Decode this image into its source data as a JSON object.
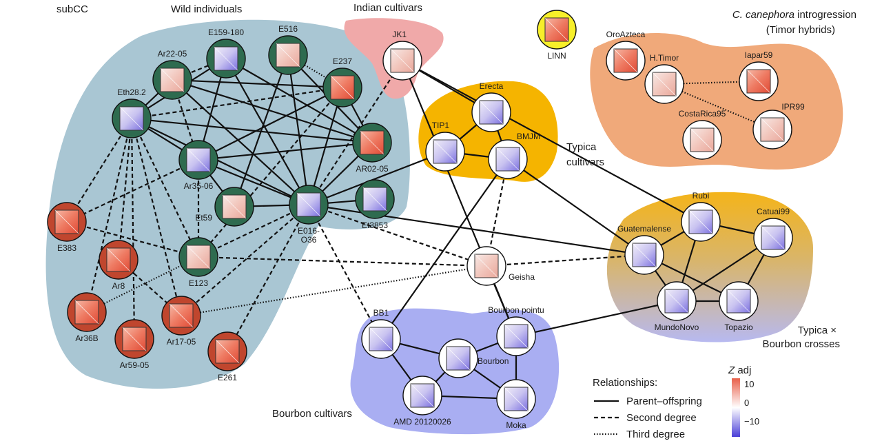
{
  "groups": {
    "subcc": "subCC",
    "wild": "Wild individuals",
    "indian": "Indian cultivars",
    "canephora_italic": "C. canephora",
    "canephora_rest": " introgression",
    "canephora_sub": "(Timor hybrids)",
    "typica_1": "Typica",
    "typica_2": "cultivars",
    "crosses_1": "Typica ×",
    "crosses_2": "Bourbon crosses",
    "bourbon": "Bourbon cultivars"
  },
  "nodes": [
    {
      "id": "Ar22-05",
      "label": "Ar22-05",
      "group": "wild",
      "hm": "pr"
    },
    {
      "id": "E159-180",
      "label": "E159-180",
      "group": "wild",
      "hm": "pu"
    },
    {
      "id": "E516",
      "label": "E516",
      "group": "wild",
      "hm": "pr"
    },
    {
      "id": "E237",
      "label": "E237",
      "group": "wild",
      "hm": "r"
    },
    {
      "id": "Eth28.2",
      "label": "Eth28.2",
      "group": "wild",
      "hm": "pu"
    },
    {
      "id": "Ar35-06",
      "label": "Ar35-06",
      "group": "wild",
      "hm": "pu"
    },
    {
      "id": "AR02-05",
      "label": "AR02-05",
      "group": "wild",
      "hm": "r"
    },
    {
      "id": "Et59",
      "label": "Et59",
      "group": "wild",
      "hm": "pr"
    },
    {
      "id": "E016-036",
      "label": "E016-\nO36",
      "group": "wild",
      "hm": "pu"
    },
    {
      "id": "Et3853",
      "label": "Et3853",
      "group": "wild",
      "hm": "pu"
    },
    {
      "id": "E123",
      "label": "E123",
      "group": "wild",
      "hm": "pr"
    },
    {
      "id": "E383",
      "label": "E383",
      "group": "subcc",
      "hm": "r"
    },
    {
      "id": "Ar8",
      "label": "Ar8",
      "group": "subcc",
      "hm": "r"
    },
    {
      "id": "Ar36B",
      "label": "Ar36B",
      "group": "subcc",
      "hm": "r"
    },
    {
      "id": "Ar59-05",
      "label": "Ar59-05",
      "group": "subcc",
      "hm": "r"
    },
    {
      "id": "Ar17-05",
      "label": "Ar17-05",
      "group": "subcc",
      "hm": "r"
    },
    {
      "id": "E261",
      "label": "E261",
      "group": "subcc",
      "hm": "r"
    },
    {
      "id": "JK1",
      "label": "JK1",
      "group": "indian",
      "hm": "pr"
    },
    {
      "id": "LINN",
      "label": "LINN",
      "group": "other",
      "hm": "r"
    },
    {
      "id": "Erecta",
      "label": "Erecta",
      "group": "typica",
      "hm": "pu"
    },
    {
      "id": "TIP1",
      "label": "TIP1",
      "group": "typica",
      "hm": "pu"
    },
    {
      "id": "BMJM",
      "label": "BMJM",
      "group": "typica",
      "hm": "pu"
    },
    {
      "id": "OroAzteca",
      "label": "OroAzteca",
      "group": "canephora",
      "hm": "r"
    },
    {
      "id": "H.Timor",
      "label": "H.Timor",
      "group": "canephora",
      "hm": "pr"
    },
    {
      "id": "Iapar59",
      "label": "Iapar59",
      "group": "canephora",
      "hm": "r"
    },
    {
      "id": "IPR99",
      "label": "IPR99",
      "group": "canephora",
      "hm": "pr"
    },
    {
      "id": "CostaRica95",
      "label": "CostaRica95",
      "group": "canephora",
      "hm": "pr"
    },
    {
      "id": "Guatemalense",
      "label": "Guatemalense",
      "group": "crosses",
      "hm": "pu"
    },
    {
      "id": "Rubi",
      "label": "Rubi",
      "group": "crosses",
      "hm": "pu"
    },
    {
      "id": "Catuai99",
      "label": "Catuai99",
      "group": "crosses",
      "hm": "pu"
    },
    {
      "id": "MundoNovo",
      "label": "MundoNovo",
      "group": "crosses",
      "hm": "pu"
    },
    {
      "id": "Topazio",
      "label": "Topazio",
      "group": "crosses",
      "hm": "pu"
    },
    {
      "id": "Geisha",
      "label": "Geisha",
      "group": "other",
      "hm": "pr"
    },
    {
      "id": "BB1",
      "label": "BB1",
      "group": "bourbon",
      "hm": "pu"
    },
    {
      "id": "Bourbon pointu",
      "label": "Bourbon pointu",
      "group": "bourbon",
      "hm": "pu"
    },
    {
      "id": "Bourbon",
      "label": "Bourbon",
      "group": "bourbon",
      "hm": "pu"
    },
    {
      "id": "AMD 20120026",
      "label": "AMD 20120026",
      "group": "bourbon",
      "hm": "pu"
    },
    {
      "id": "Moka",
      "label": "Moka",
      "group": "bourbon",
      "hm": "pu"
    }
  ],
  "edges": [
    {
      "s": "Eth28.2",
      "t": "Ar22-05",
      "k": "p"
    },
    {
      "s": "Eth28.2",
      "t": "E159-180",
      "k": "p"
    },
    {
      "s": "Eth28.2",
      "t": "E237",
      "k": "s"
    },
    {
      "s": "Eth28.2",
      "t": "AR02-05",
      "k": "p"
    },
    {
      "s": "Eth28.2",
      "t": "Ar35-06",
      "k": "p"
    },
    {
      "s": "Eth28.2",
      "t": "E016-036",
      "k": "p"
    },
    {
      "s": "Eth28.2",
      "t": "E383",
      "k": "s"
    },
    {
      "s": "Eth28.2",
      "t": "Ar8",
      "k": "s"
    },
    {
      "s": "Eth28.2",
      "t": "Ar36B",
      "k": "s"
    },
    {
      "s": "Eth28.2",
      "t": "Ar59-05",
      "k": "s"
    },
    {
      "s": "Eth28.2",
      "t": "Ar17-05",
      "k": "s"
    },
    {
      "s": "Eth28.2",
      "t": "E123",
      "k": "s"
    },
    {
      "s": "Ar22-05",
      "t": "E159-180",
      "k": "s"
    },
    {
      "s": "Ar22-05",
      "t": "E237",
      "k": "p"
    },
    {
      "s": "Ar22-05",
      "t": "Ar35-06",
      "k": "s"
    },
    {
      "s": "Ar22-05",
      "t": "E016-036",
      "k": "p"
    },
    {
      "s": "Ar22-05",
      "t": "AR02-05",
      "k": "p"
    },
    {
      "s": "E159-180",
      "t": "Ar35-06",
      "k": "p"
    },
    {
      "s": "E159-180",
      "t": "E016-036",
      "k": "p"
    },
    {
      "s": "E159-180",
      "t": "AR02-05",
      "k": "p"
    },
    {
      "s": "E516",
      "t": "E237",
      "k": "t"
    },
    {
      "s": "E516",
      "t": "E016-036",
      "k": "p"
    },
    {
      "s": "E516",
      "t": "AR02-05",
      "k": "p"
    },
    {
      "s": "E516",
      "t": "Et59",
      "k": "p"
    },
    {
      "s": "E237",
      "t": "Ar35-06",
      "k": "p"
    },
    {
      "s": "E237",
      "t": "E016-036",
      "k": "p"
    },
    {
      "s": "E237",
      "t": "AR02-05",
      "k": "p"
    },
    {
      "s": "E237",
      "t": "E123",
      "k": "s"
    },
    {
      "s": "Ar35-06",
      "t": "AR02-05",
      "k": "p"
    },
    {
      "s": "Ar35-06",
      "t": "E016-036",
      "k": "p"
    },
    {
      "s": "Ar35-06",
      "t": "E383",
      "k": "s"
    },
    {
      "s": "Ar35-06",
      "t": "E123",
      "k": "s"
    },
    {
      "s": "Ar35-06",
      "t": "Et59",
      "k": "p"
    },
    {
      "s": "Et59",
      "t": "E016-036",
      "k": "p"
    },
    {
      "s": "AR02-05",
      "t": "E016-036",
      "k": "p"
    },
    {
      "s": "Et3853",
      "t": "E016-036",
      "k": "p"
    },
    {
      "s": "E016-036",
      "t": "E123",
      "k": "s"
    },
    {
      "s": "E016-036",
      "t": "Ar17-05",
      "k": "s"
    },
    {
      "s": "E016-036",
      "t": "E261",
      "k": "s"
    },
    {
      "s": "E016-036",
      "t": "JK1",
      "k": "s"
    },
    {
      "s": "E016-036",
      "t": "TIP1",
      "k": "p"
    },
    {
      "s": "E016-036",
      "t": "Guatemalense",
      "k": "p"
    },
    {
      "s": "E016-036",
      "t": "Geisha",
      "k": "s"
    },
    {
      "s": "E016-036",
      "t": "BB1",
      "k": "s"
    },
    {
      "s": "E383",
      "t": "E123",
      "k": "s"
    },
    {
      "s": "Ar8",
      "t": "Ar17-05",
      "k": "s"
    },
    {
      "s": "Ar36B",
      "t": "E123",
      "k": "t"
    },
    {
      "s": "Ar17-05",
      "t": "Geisha",
      "k": "t"
    },
    {
      "s": "E123",
      "t": "Geisha",
      "k": "s"
    },
    {
      "s": "JK1",
      "t": "Erecta",
      "k": "p"
    },
    {
      "s": "JK1",
      "t": "Rubi",
      "k": "p"
    },
    {
      "s": "JK1",
      "t": "Bourbon pointu",
      "k": "p"
    },
    {
      "s": "Erecta",
      "t": "TIP1",
      "k": "p"
    },
    {
      "s": "Erecta",
      "t": "BMJM",
      "k": "p"
    },
    {
      "s": "TIP1",
      "t": "BMJM",
      "k": "p"
    },
    {
      "s": "BMJM",
      "t": "Guatemalense",
      "k": "p"
    },
    {
      "s": "BMJM",
      "t": "Geisha",
      "k": "s"
    },
    {
      "s": "BMJM",
      "t": "BB1",
      "k": "p"
    },
    {
      "s": "Geisha",
      "t": "Guatemalense",
      "k": "s"
    },
    {
      "s": "Geisha",
      "t": "Bourbon pointu",
      "k": "p"
    },
    {
      "s": "H.Timor",
      "t": "Iapar59",
      "k": "t"
    },
    {
      "s": "H.Timor",
      "t": "IPR99",
      "k": "t"
    },
    {
      "s": "Guatemalense",
      "t": "Rubi",
      "k": "p"
    },
    {
      "s": "Guatemalense",
      "t": "MundoNovo",
      "k": "p"
    },
    {
      "s": "Guatemalense",
      "t": "Topazio",
      "k": "p"
    },
    {
      "s": "Rubi",
      "t": "MundoNovo",
      "k": "p"
    },
    {
      "s": "Rubi",
      "t": "Catuai99",
      "k": "p"
    },
    {
      "s": "Catuai99",
      "t": "MundoNovo",
      "k": "p"
    },
    {
      "s": "Catuai99",
      "t": "Topazio",
      "k": "p"
    },
    {
      "s": "MundoNovo",
      "t": "Topazio",
      "k": "p"
    },
    {
      "s": "MundoNovo",
      "t": "Bourbon pointu",
      "k": "p"
    },
    {
      "s": "BB1",
      "t": "Bourbon",
      "k": "p"
    },
    {
      "s": "BB1",
      "t": "AMD 20120026",
      "k": "p"
    },
    {
      "s": "Bourbon pointu",
      "t": "Bourbon",
      "k": "p"
    },
    {
      "s": "Bourbon pointu",
      "t": "Moka",
      "k": "p"
    },
    {
      "s": "Bourbon",
      "t": "AMD 20120026",
      "k": "p"
    },
    {
      "s": "Bourbon",
      "t": "Moka",
      "k": "p"
    },
    {
      "s": "AMD 20120026",
      "t": "Moka",
      "k": "p"
    }
  ],
  "legend": {
    "title": "Relationships:",
    "items": [
      {
        "label": "Parent–offspring",
        "style": "solid"
      },
      {
        "label": "Second degree",
        "style": "dashed"
      },
      {
        "label": "Third degree",
        "style": "dotted"
      }
    ]
  },
  "colorbar": {
    "title_italic": "Z",
    "title_rest": " adj",
    "ticks": [
      "10",
      "0",
      "−10"
    ],
    "colors": {
      "high": "#e8604a",
      "mid": "#ffffff",
      "low": "#4a3fd8"
    }
  },
  "colors": {
    "wild_node": "#2e6b4f",
    "subcc_node": "#c0462e",
    "wild_region": "#a9c6d3",
    "indian_region": "#f0a9a9",
    "typica_region": "#f5b400",
    "canephora_region": "#f0a97a",
    "crosses_top": "#f4b41a",
    "crosses_bottom": "#b7b9f0",
    "bourbon_region": "#a9aef2",
    "linn_fill": "#f7ef2a"
  }
}
